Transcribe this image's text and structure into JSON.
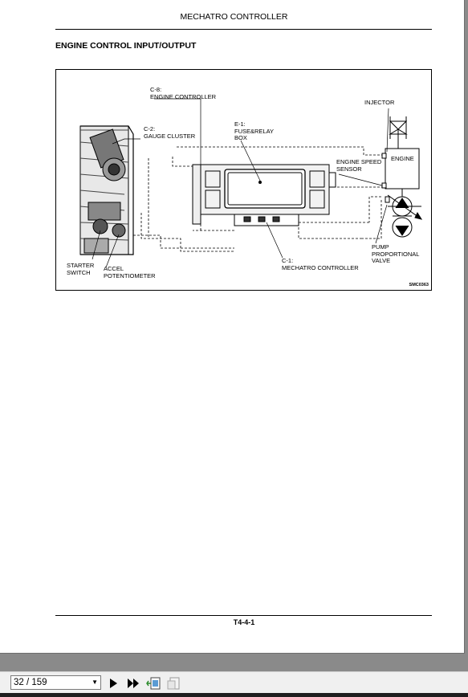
{
  "header": {
    "title": "MECHATRO CONTROLLER"
  },
  "section": {
    "title": "ENGINE CONTROL INPUT/OUTPUT"
  },
  "figure": {
    "labels": {
      "c8": "C-8:\nENGINE CONTROLLER",
      "c2": "C-2:\nGAUGE CLUSTER",
      "e1": "E-1:\nFUSE&RELAY\nBOX",
      "injector": "INJECTOR",
      "engine": "ENGINE",
      "engine_speed_sensor": "ENGINE SPEED\nSENSOR",
      "starter_switch": "STARTER\nSWITCH",
      "accel_potentiometer": "ACCEL\nPOTENTIOMETER",
      "c1": "C-1:\nMECHATRO CONTROLLER",
      "pump_valve": "PUMP\nPROPORTIONAL\nVALVE"
    },
    "code": "SMC0363"
  },
  "footer": {
    "page_label": "T4-4-1"
  },
  "viewer": {
    "page_indicator": "32 / 159",
    "icons": [
      "next-page-icon",
      "last-page-icon",
      "fit-page-icon",
      "single-page-icon"
    ]
  }
}
